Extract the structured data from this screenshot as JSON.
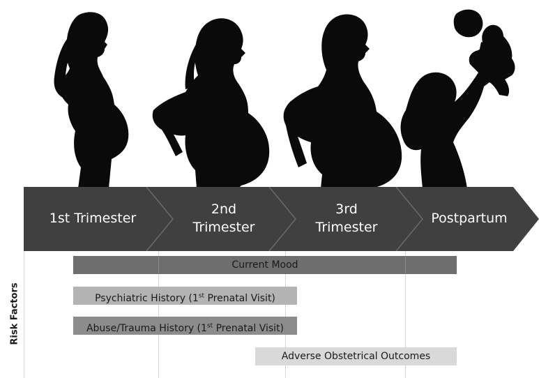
{
  "stages": [
    {
      "lines": [
        "1st Trimester"
      ]
    },
    {
      "lines": [
        "2nd",
        "Trimester"
      ]
    },
    {
      "lines": [
        "3rd",
        "Trimester"
      ]
    },
    {
      "lines": [
        "Postpartum"
      ]
    }
  ],
  "risk_axis_label": "Risk Factors",
  "risk_factors": [
    {
      "label": "Current Mood",
      "color": "#6e6e6e"
    },
    {
      "label_main": "Psychiatric History (1",
      "label_sup": "st",
      "label_tail": " Prenatal Visit)",
      "color": "#b3b3b3"
    },
    {
      "label_main": "Abuse/Trauma History (1",
      "label_sup": "st",
      "label_tail": " Prenatal Visit)",
      "color": "#8c8c8c"
    },
    {
      "label": "Adverse Obstetrical Outcomes",
      "color": "#d9d9d9"
    }
  ],
  "colors": {
    "arrow_band": "#404040",
    "arrow_divider": "#6a6a6a",
    "silhouette": "#0a0a0a"
  },
  "illustrations": [
    "pregnant-woman-1st-trimester",
    "pregnant-woman-2nd-trimester",
    "pregnant-woman-3rd-trimester",
    "mother-lifting-baby"
  ]
}
